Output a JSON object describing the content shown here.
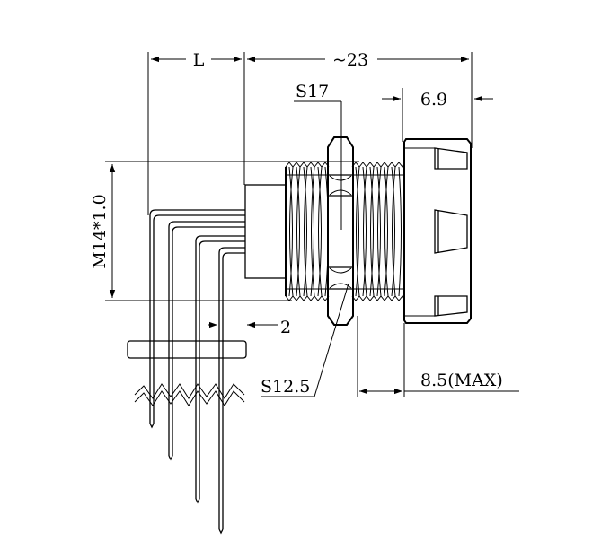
{
  "diagram": {
    "labels": {
      "length_l": "L",
      "total_length": "~23",
      "hex_s17": "S17",
      "flange_width": "6.9",
      "thread_spec": "M14*1.0",
      "pin_offset": "2",
      "hex_s12_5": "S12.5",
      "max_length": "8.5(MAX)"
    }
  }
}
